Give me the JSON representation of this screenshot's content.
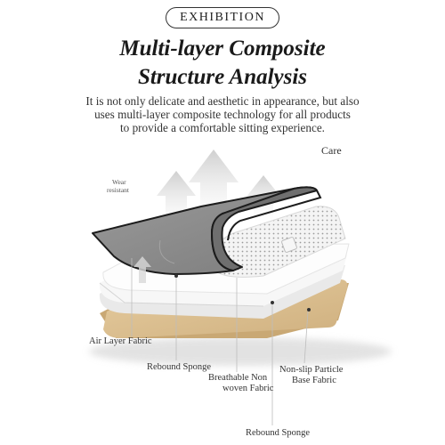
{
  "header": {
    "badge": "EXHIBITION",
    "title_line1": "Multi-layer Composite",
    "title_line2": "Structure Analysis"
  },
  "description": {
    "line1": "It is not only delicate and aesthetic in appearance, but also",
    "line2": "uses multi-layer composite technology for all products",
    "line3": "to provide a comfortable sitting experience."
  },
  "labels": {
    "care": "Care",
    "wear_line1": "Wear",
    "wear_line2": "resistant",
    "air_layer": "Air Layer Fabric",
    "rebound_sponge_1": "Rebound Sponge",
    "breathable_line1": "Breathable Non",
    "breathable_line2": "woven Fabric",
    "nonslip_line1": "Non-slip Particle",
    "nonslip_line2": "Base Fabric",
    "rebound_sponge_2": "Rebound Sponge"
  },
  "colors": {
    "top_fabric": "#8e8e8e",
    "base_fabric": "#d9bd8f",
    "arrow": "#dcdcdc"
  }
}
